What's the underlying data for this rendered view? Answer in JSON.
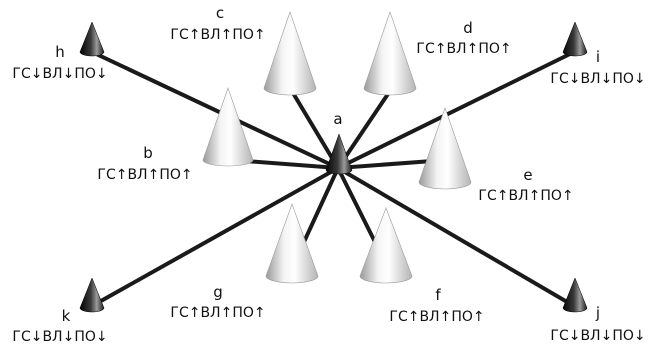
{
  "center": {
    "letter": "a"
  },
  "cones": [
    {
      "id": "b",
      "letter": "b",
      "signature": "ГС↑ВЛ↑ПО↑",
      "kind": "large"
    },
    {
      "id": "c",
      "letter": "c",
      "signature": "ГС↑ВЛ↑ПО↑",
      "kind": "large"
    },
    {
      "id": "d",
      "letter": "d",
      "signature": "ГС↑ВЛ↑ПО↑",
      "kind": "large"
    },
    {
      "id": "e",
      "letter": "e",
      "signature": "ГС↑ВЛ↑ПО↑",
      "kind": "large"
    },
    {
      "id": "f",
      "letter": "f",
      "signature": "ГС↑ВЛ↑ПО↑",
      "kind": "large"
    },
    {
      "id": "g",
      "letter": "g",
      "signature": "ГС↑ВЛ↑ПО↑",
      "kind": "large"
    },
    {
      "id": "h",
      "letter": "h",
      "signature": "ГС↓ВЛ↓ПО↓",
      "kind": "small"
    },
    {
      "id": "i",
      "letter": "i",
      "signature": "ГС↓ВЛ↓ПО↓",
      "kind": "small"
    },
    {
      "id": "j",
      "letter": "j",
      "signature": "ГС↓ВЛ↓ПО↓",
      "kind": "small"
    },
    {
      "id": "k",
      "letter": "k",
      "signature": "ГС↓ВЛ↓ПО↓",
      "kind": "small"
    }
  ],
  "colors": {
    "line": "#1a1a1a",
    "large_cone_light": "#f5f5f5",
    "large_cone_shade": "#a8a8a8",
    "small_cone_light": "#8a8a8a",
    "small_cone_dark": "#0a0a0a"
  }
}
